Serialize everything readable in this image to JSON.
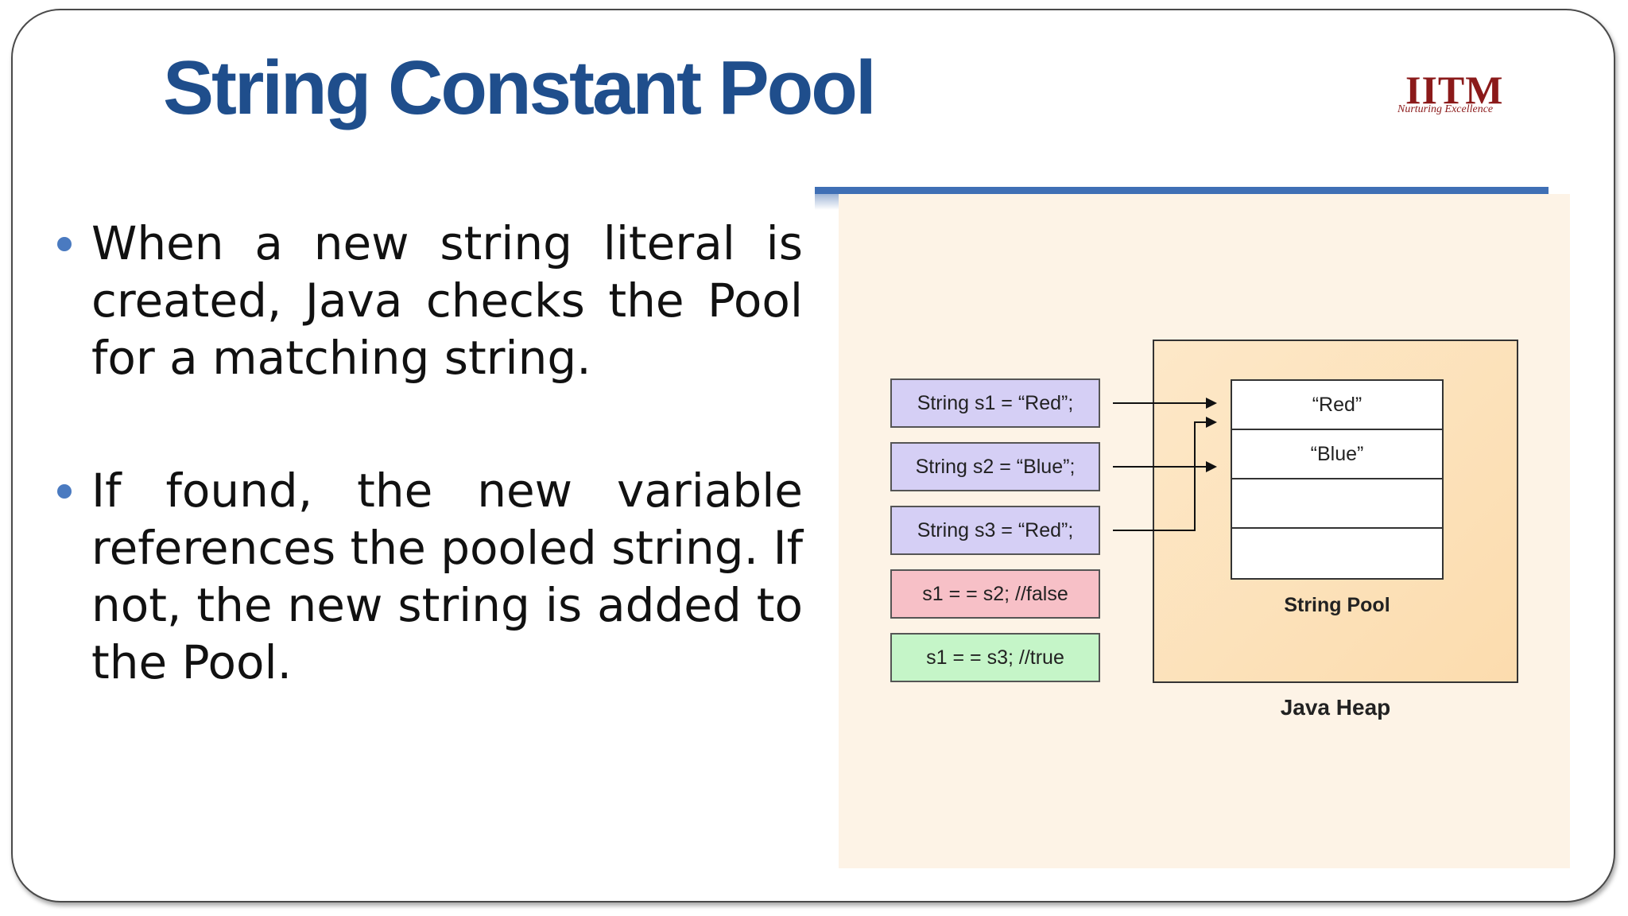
{
  "title": "String Constant Pool",
  "logo": {
    "text": "IITM",
    "tagline": "Nurturing Excellence"
  },
  "bullets": [
    {
      "text": "When a new string literal is created, Java checks the Pool for a matching string."
    },
    {
      "text": "If found, the new variable references the pooled string. If not, the new string is added to the Pool."
    }
  ],
  "diagram": {
    "code_lines": [
      {
        "text": "String s1 = “Red”;",
        "color": "#d5cff5"
      },
      {
        "text": "String s2 = “Blue”;",
        "color": "#d5cff5"
      },
      {
        "text": "String s3 = “Red”;",
        "color": "#d5cff5"
      },
      {
        "text": "s1 = = s2; //false",
        "color": "#f7c0c7"
      },
      {
        "text": "s1 = = s3; //true",
        "color": "#c5f5c8"
      }
    ],
    "pool_cells": [
      "“Red”",
      "“Blue”",
      "",
      ""
    ],
    "pool_label": "String Pool",
    "heap_label": "Java Heap"
  },
  "colors": {
    "title": "#1f4e8c",
    "accent_bar": "#3f6fb5",
    "bullet": "#4a7ac0",
    "logo": "#8b1a1a",
    "diagram_bg": "#fdf3e6"
  }
}
